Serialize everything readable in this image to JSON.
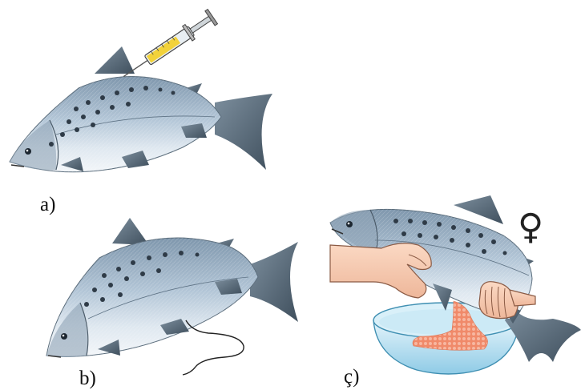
{
  "labels": {
    "a": "a)",
    "b": "b)",
    "c": "ç)"
  },
  "symbols": {
    "female": "♀"
  },
  "colors": {
    "fish_body": "#a9bfd3",
    "fish_belly": "#e6eef5",
    "fish_fins": "#5c6f7f",
    "spots": "#2f3b47",
    "syringe_fluid": "#f2d23a",
    "skin": "#f6c7ad",
    "bowl": "#bfe4f3",
    "eggs": "#f19a7c"
  }
}
